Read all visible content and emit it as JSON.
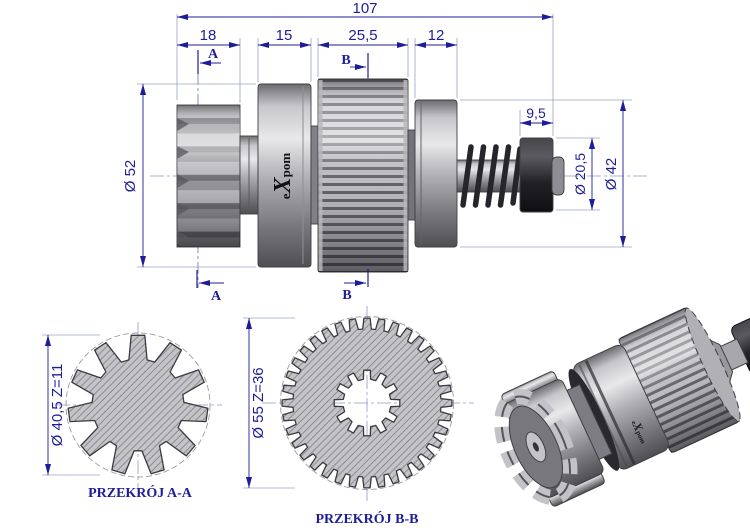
{
  "colors": {
    "dim_blue": "#1d1d99",
    "extension_gray": "#9aa0c4",
    "outline": "#3f3f46",
    "metal_light": "#e8e8ea",
    "metal_dark": "#4e4e53",
    "black_part": "#232327",
    "hatch_bg": "#c3c3c8",
    "hatch_line": "#8b8b91"
  },
  "main_view": {
    "dim_total": "107",
    "dim_pinion_len": "18",
    "dim_housing_len": "15",
    "dim_spline_len": "25,5",
    "dim_guide_len": "12",
    "dim_stop_len": "9,5",
    "dia_housing": "Ø 52",
    "dia_stop": "Ø 20,5",
    "dia_guide": "Ø 42",
    "section_a": "A",
    "section_b": "B"
  },
  "logo": {
    "e": "e",
    "x": "X",
    "pom": "pom"
  },
  "section_aa": {
    "label": "Ø 40,5 Z=11",
    "caption": "PRZEKRÓJ A-A",
    "teeth": 11
  },
  "section_bb": {
    "label": "Ø 55 Z=36",
    "caption": "PRZEKRÓJ B-B",
    "teeth": 36,
    "inner_spline_teeth": 12
  }
}
